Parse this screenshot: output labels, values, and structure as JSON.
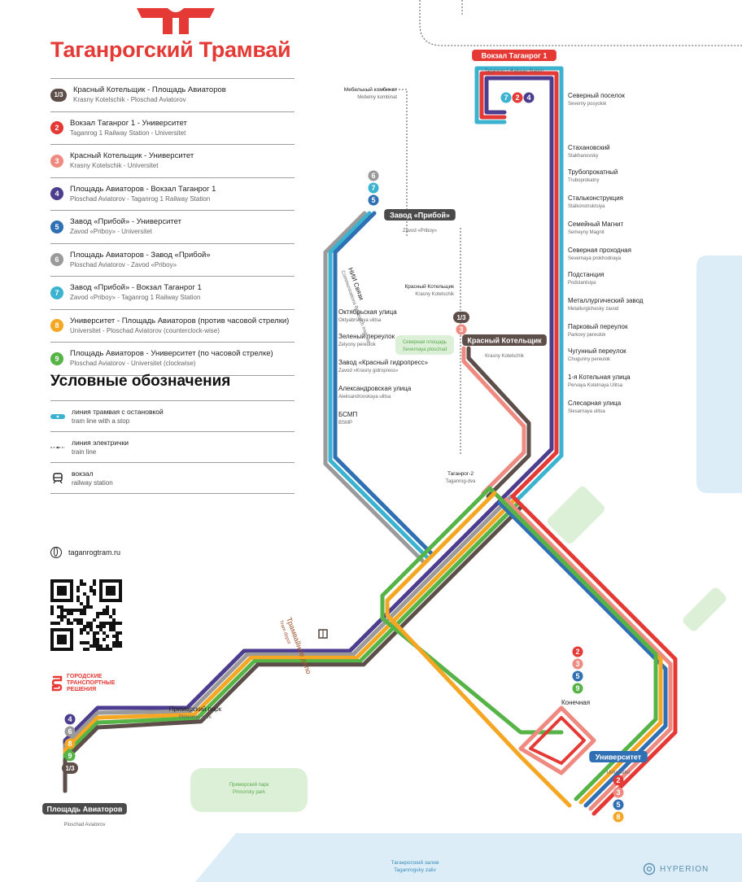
{
  "header": {
    "title": "Таганрогский Трамвай"
  },
  "colors": {
    "line_1_3": "#5d4e4a",
    "line_2": "#e53935",
    "line_3": "#ef8a80",
    "line_4": "#4c3d8f",
    "line_5": "#2f6fb3",
    "line_6": "#9a9a9a",
    "line_7": "#3bb3d0",
    "line_8": "#f5a623",
    "line_9": "#56b447",
    "water": "#dcedf7",
    "park": "#dcefd7"
  },
  "routes": [
    {
      "num": "1/3",
      "color": "#5d4e4a",
      "ru": "Красный Котельщик - Площадь Авиаторов",
      "en": "Krasny Kotelschik - Ploschad Aviatorov"
    },
    {
      "num": "2",
      "color": "#e53935",
      "ru": "Вокзал Таганрог 1 - Университет",
      "en": "Taganrog 1 Railway Station - Universitet"
    },
    {
      "num": "3",
      "color": "#ef8a80",
      "ru": "Красный Котельщик - Университет",
      "en": "Krasny Kotelschik - Universitet"
    },
    {
      "num": "4",
      "color": "#4c3d8f",
      "ru": "Площадь Авиаторов - Вокзал Таганрог 1",
      "en": "Ploschad Aviatorov - Taganrog 1 Railway Station"
    },
    {
      "num": "5",
      "color": "#2f6fb3",
      "ru": "Завод «Прибой» - Университет",
      "en": "Zavod «Priboy» - Universitet"
    },
    {
      "num": "6",
      "color": "#9a9a9a",
      "ru": "Площадь Авиаторов - Завод «Прибой»",
      "en": "Ploschad Aviatorov - Zavod «Priboy»"
    },
    {
      "num": "7",
      "color": "#3bb3d0",
      "ru": "Завод «Прибой» - Вокзал Таганрог 1",
      "en": "Zavod «Priboy» - Taganrog 1 Railway Station"
    },
    {
      "num": "8",
      "color": "#f5a623",
      "ru": "Университет - Площадь Авиаторов (против часовой стрелки)",
      "en": "Universitet - Ploschad Aviatorov (counterclock-wise)"
    },
    {
      "num": "9",
      "color": "#56b447",
      "ru": "Площадь Авиаторов - Университет (по часовой стрелке)",
      "en": "Ploschad Aviatorov - Universitet (clockwise)"
    }
  ],
  "legend": {
    "title": "Условные обозначения",
    "items": [
      {
        "icon": "tram-line-icon",
        "ru": "линия трамвая с остановкой",
        "en": "tram line with a stop"
      },
      {
        "icon": "train-line-icon",
        "ru": "линия электрички",
        "en": "train line"
      },
      {
        "icon": "railway-station-icon",
        "ru": "вокзал",
        "en": "railway station"
      }
    ]
  },
  "website": "taganrogtram.ru",
  "operator": {
    "line1": "ГОРОДСКИЕ",
    "line2": "ТРАНСПОРТНЫЕ",
    "line3": "РЕШЕНИЯ"
  },
  "sea": {
    "ru": "Таганрогский залив",
    "en": "Taganrogsky zaliv"
  },
  "credit": "HYPERION",
  "terminals": {
    "vokzal": {
      "ru": "Вокзал Таганрог 1",
      "en": "Taganrog 1 Railway Station",
      "routes": [
        "7",
        "2",
        "4"
      ]
    },
    "priboy": {
      "ru": "Завод «Прибой»",
      "en": "Zavod «Priboy»",
      "routes": [
        "6",
        "7",
        "5"
      ]
    },
    "kotelschik": {
      "ru": "Красный Котельщик",
      "en": "Krasny Kotelschik",
      "routes": [
        "1/3",
        "3"
      ]
    },
    "aviatorov": {
      "ru": "Площадь Авиаторов",
      "en": "Ploschad Aviatorov",
      "routes": [
        "4",
        "6",
        "8",
        "9",
        "1/3"
      ]
    },
    "universitet": {
      "ru": "Университет",
      "en": "Universitet",
      "routes": [
        "2",
        "3",
        "5",
        "8"
      ]
    },
    "konechnaya": {
      "ru": "Конечная",
      "routes": [
        "2",
        "3",
        "5",
        "9"
      ]
    }
  },
  "east_stations": [
    {
      "ru": "Северный поселок",
      "en": "Severny posyolok"
    },
    {
      "ru": "Стахановский",
      "en": "Stakhanovsky"
    },
    {
      "ru": "Трубопрокатный",
      "en": "Truboprokatny"
    },
    {
      "ru": "Стальконструкция",
      "en": "Stalkonstruktsiya"
    },
    {
      "ru": "Семейный Магнит",
      "en": "Semeyny Magnit"
    },
    {
      "ru": "Северная проходная",
      "en": "Severnaya prokhodnaya"
    },
    {
      "ru": "Подстанция",
      "en": "Podstantsiya"
    },
    {
      "ru": "Металлургический завод",
      "en": "Metallurgichesky zavod"
    },
    {
      "ru": "Парковый переулок",
      "en": "Parkovy pereulok"
    },
    {
      "ru": "Чугунный переулок",
      "en": "Chugunny pereulok"
    },
    {
      "ru": "1-я Котельная улица",
      "en": "Pervaya Kotelnaya Ulitsa"
    },
    {
      "ru": "Слесарная улица",
      "en": "Slesarnaya ulitsa"
    }
  ],
  "west_stations": [
    {
      "ru": "Октябрьская улица",
      "en": "Oktyabrskaya ulitsa"
    },
    {
      "ru": "Зеленый переулок",
      "en": "Zelyony pereulok"
    },
    {
      "ru": "Завод «Красный гидропресс»",
      "en": "Zavod «Krasny gidropress»"
    },
    {
      "ru": "Александровская улица",
      "en": "Aleksandrovskaya ulitsa"
    },
    {
      "ru": "БСМП",
      "en": "BSMP"
    }
  ],
  "other_labels": {
    "mebel": {
      "ru": "Мебельный комбинат",
      "en": "Mebelny kombinat"
    },
    "kk_train": {
      "ru": "Красный Котельщик",
      "en": "Krasny Kotelschik"
    },
    "taganrog2": {
      "ru": "Таганрог-2",
      "en": "Taganrog-dva"
    },
    "primorsky_park": {
      "ru": "Приморский парк",
      "en": "Primorsky park"
    },
    "park_green": {
      "ru": "Приморский парк",
      "en": "Primorsky park"
    },
    "severnaya_ploschad": {
      "ru": "Северная площадь",
      "en": "Severnaya ploschad"
    },
    "nii": {
      "ru": "НИИ Связи",
      "en": "Communications Research Institute"
    },
    "depot": {
      "ru": "Трамвайное депо",
      "en": "Tram depot"
    }
  }
}
